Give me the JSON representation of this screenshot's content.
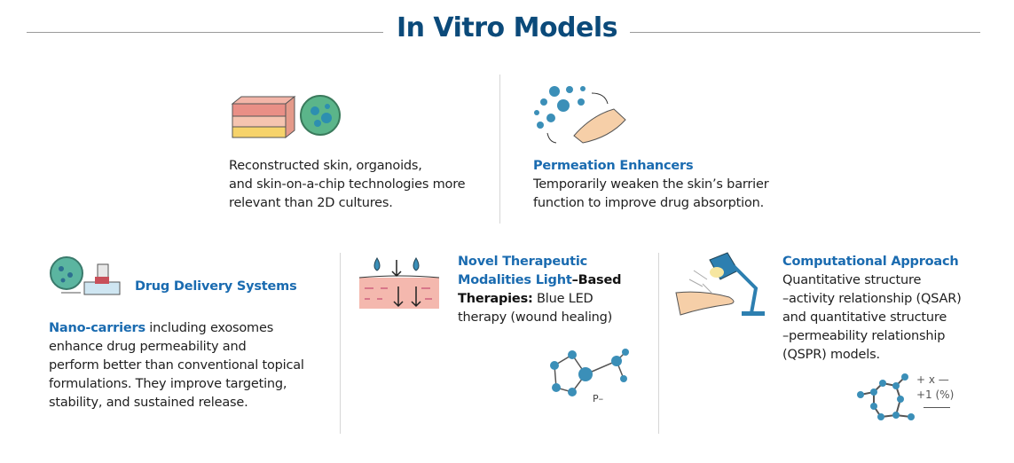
{
  "title": "In Vitro Models",
  "sections": {
    "models": {
      "text_lines": [
        "Reconstructed skin, organoids,",
        "and skin-on-a-chip technologies more",
        "relevant than 2D cultures."
      ]
    },
    "permeation": {
      "heading": "Permeation Enhancers",
      "text_lines": [
        "Temporarily weaken the skin’s barrier",
        "function to improve drug absorption."
      ]
    },
    "drug_delivery": {
      "heading": "Drug Delivery Systems",
      "highlight": "Nano-carriers",
      "text_first": " including exosomes",
      "text_lines": [
        "enhance drug permeability and",
        "perform better than conventional topical",
        "formulations. They improve targeting,",
        "stability, and sustained release."
      ]
    },
    "novel": {
      "heading_line1": "Novel Therapeutic",
      "heading_line2": "Modalities Light",
      "bold_suffix": "–Based",
      "bold_label": "Therapies:",
      "text_first": " Blue LED",
      "text_last": "therapy (wound healing)",
      "molecule_label": "P–"
    },
    "computational": {
      "heading": "Computational Approach",
      "text_lines": [
        "Quantitative structure",
        "–activity relationship (QSAR)",
        "and quantitative structure",
        "–permeability relationship",
        "(QSPR) models."
      ],
      "formula_lines": [
        "+  x —",
        "+1 (%)"
      ]
    }
  },
  "colors": {
    "title": "#0b4a7a",
    "heading": "#1a6bb0",
    "icon_blue": "#3b8fb8"
  }
}
